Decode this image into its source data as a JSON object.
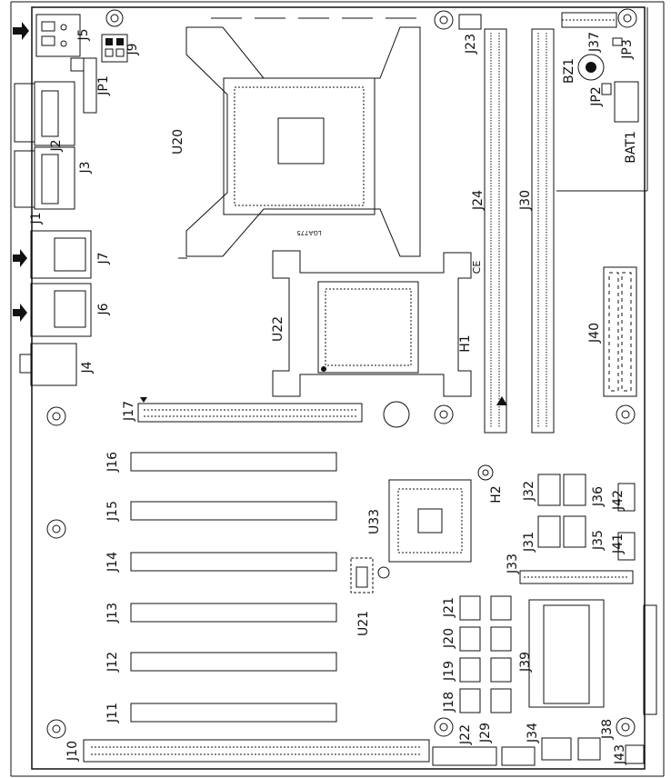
{
  "labels": {
    "J5": "J5",
    "J9": "J9",
    "JP1": "JP1",
    "J2": "J2",
    "J3": "J3",
    "J1": "J1",
    "J7": "J7",
    "J6": "J6",
    "J4": "J4",
    "U20": "U20",
    "LGA": "LGA775",
    "J23": "J23",
    "J24": "J24",
    "J30": "J30",
    "J37": "J37",
    "JP3": "JP3",
    "BZ1": "BZ1",
    "JP2": "JP2",
    "BAT1": "BAT1",
    "U22": "U22",
    "H1": "H1",
    "J40": "J40",
    "J17": "J17",
    "J16": "J16",
    "J15": "J15",
    "J14": "J14",
    "J13": "J13",
    "J12": "J12",
    "J11": "J11",
    "J10": "J10",
    "H2": "H2",
    "U33": "U33",
    "U21": "U21",
    "J32": "J32",
    "J36": "J36",
    "J31": "J31",
    "J35": "J35",
    "J42": "J42",
    "J41": "J41",
    "J33": "J33",
    "J21": "J21",
    "J20": "J20",
    "J19": "J19",
    "J18": "J18",
    "J39": "J39",
    "J22": "J22",
    "J29": "J29",
    "J34": "J34",
    "J38": "J38",
    "J43": "J43"
  },
  "marks": {
    "ce": "CE"
  }
}
